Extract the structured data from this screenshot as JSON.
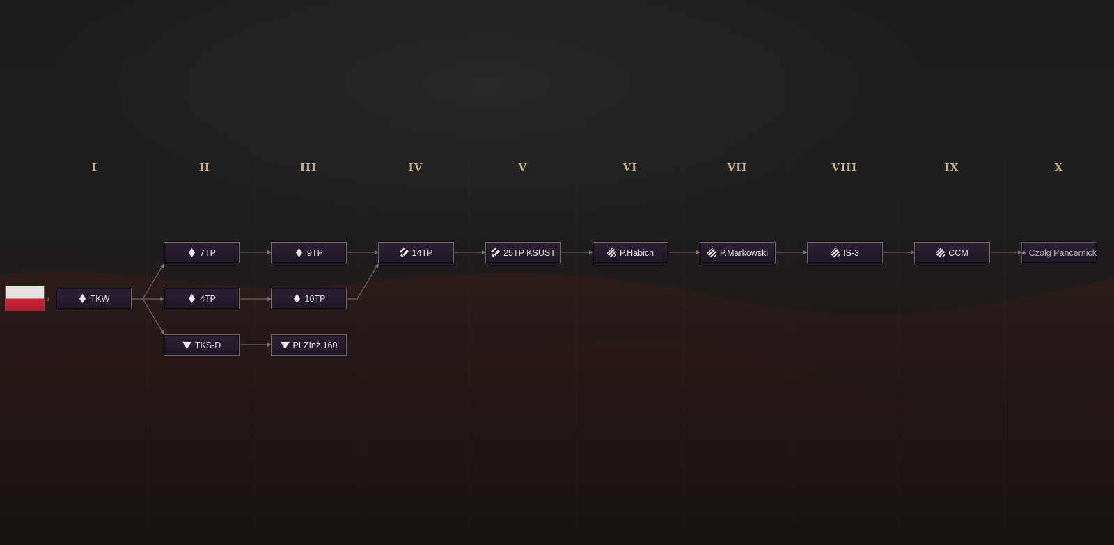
{
  "nation": "Poland",
  "tiers": [
    "I",
    "II",
    "III",
    "IV",
    "V",
    "VI",
    "VII",
    "VIII",
    "IX",
    "X"
  ],
  "vehicles": {
    "tkw": {
      "name": "TKW",
      "icon": "light-tank-icon"
    },
    "7tp": {
      "name": "7TP",
      "icon": "light-tank-icon"
    },
    "4tp": {
      "name": "4TP",
      "icon": "light-tank-icon"
    },
    "tksd": {
      "name": "TKS-D",
      "icon": "tank-destroyer-icon"
    },
    "9tp": {
      "name": "9TP",
      "icon": "light-tank-icon"
    },
    "10tp": {
      "name": "10TP",
      "icon": "light-tank-icon"
    },
    "plzinz": {
      "name": "PLZInż.160",
      "icon": "tank-destroyer-icon"
    },
    "14tp": {
      "name": "14TP",
      "icon": "medium-tank-icon"
    },
    "25tp": {
      "name": "25TP KSUST",
      "icon": "medium-tank-icon"
    },
    "phabich": {
      "name": "P.Habich",
      "icon": "heavy-tank-icon"
    },
    "pmarkowski": {
      "name": "P.Markowski",
      "icon": "heavy-tank-icon"
    },
    "is3": {
      "name": "IS-3",
      "icon": "heavy-tank-icon"
    },
    "ccm": {
      "name": "CCM",
      "icon": "heavy-tank-icon"
    },
    "czolg": {
      "name": "Czolg Pancernick",
      "icon": "heavy-tank-icon"
    }
  },
  "colors": {
    "tier_label": "#c9b48a",
    "node_border": "#6d6474",
    "node_fill": "#261d2b",
    "connector": "#7a7478",
    "flag_border": "#b5392f"
  }
}
